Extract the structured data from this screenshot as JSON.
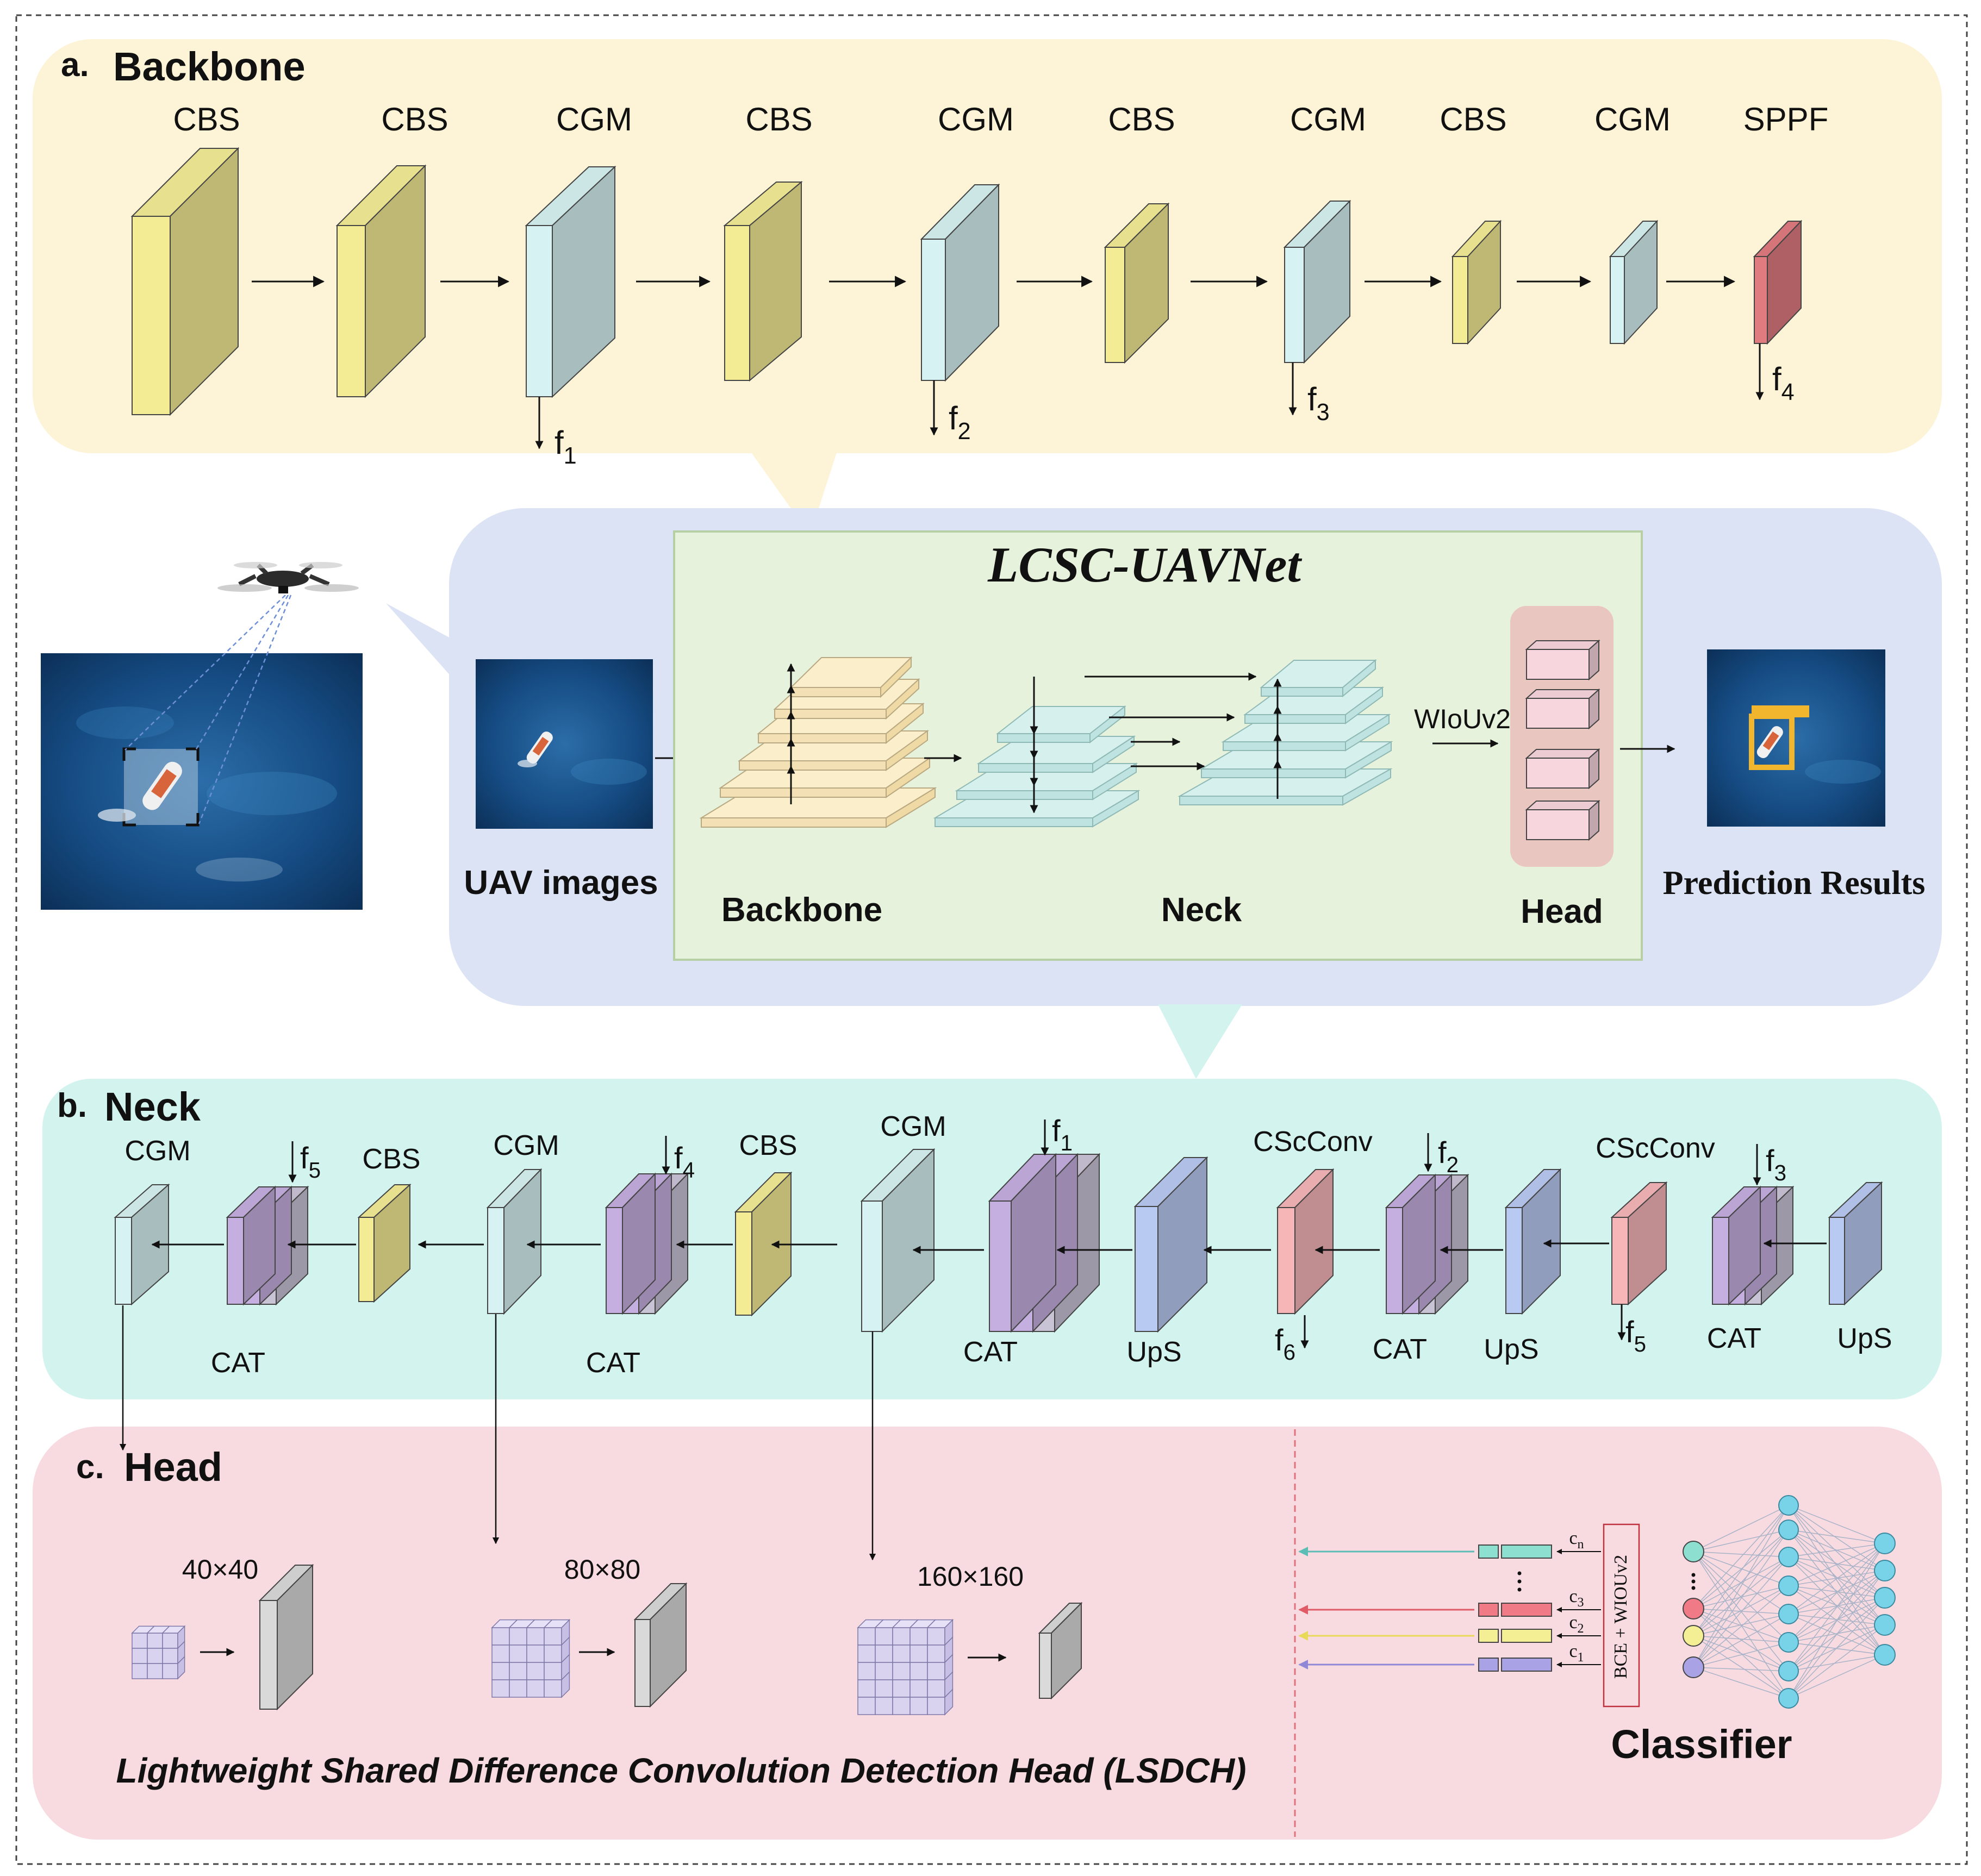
{
  "backbone": {
    "panel_letter": "a.",
    "panel_title": "Backbone",
    "blocks": [
      "CBS",
      "CBS",
      "CGM",
      "CBS",
      "CGM",
      "CBS",
      "CGM",
      "CBS",
      "CGM",
      "SPPF"
    ],
    "outputs": [
      "f1",
      "f2",
      "f3",
      "f4"
    ]
  },
  "overview": {
    "title": "LCSC-UAVNet",
    "input_label": "UAV images",
    "backbone_label": "Backbone",
    "neck_label": "Neck",
    "head_label": "Head",
    "loss_label": "WIoUv2",
    "output_label": "Prediction Results"
  },
  "neck": {
    "panel_letter": "b.",
    "panel_title": "Neck",
    "top_labels": [
      "CGM",
      "CBS",
      "CGM",
      "CBS",
      "CGM",
      "CScConv",
      "CScConv"
    ],
    "bottom_labels": [
      "CAT",
      "CAT",
      "CAT",
      "UpS",
      "CAT",
      "UpS",
      "CAT",
      "UpS"
    ],
    "side_inputs": [
      "f5",
      "f4",
      "f1",
      "f2",
      "f3"
    ],
    "side_outputs": [
      "f6",
      "f5"
    ]
  },
  "head": {
    "panel_letter": "c.",
    "panel_title": "Head",
    "scales": [
      "40×40",
      "80×80",
      "160×160"
    ],
    "caption": "Lightweight Shared Difference Convolution Detection Head (LSDCH)",
    "classifier_label": "Classifier",
    "loss_box": "BCE + WIOUv2",
    "class_labels": [
      "cn",
      "c3",
      "c2",
      "c1"
    ]
  },
  "colors": {
    "panel_a": "#fdf3d6",
    "panel_overview": "#dce3f5",
    "panel_b": "#d3f3ee",
    "panel_c": "#f8dbe0",
    "cbs": "#f3ec95",
    "cgm": "#d7f2f2",
    "sppf": "#e07b80",
    "cat": "#c5aee0",
    "ups": "#b8c9f2",
    "cscconv": "#f6b6b8",
    "inner_box": "#e7f2dc"
  }
}
